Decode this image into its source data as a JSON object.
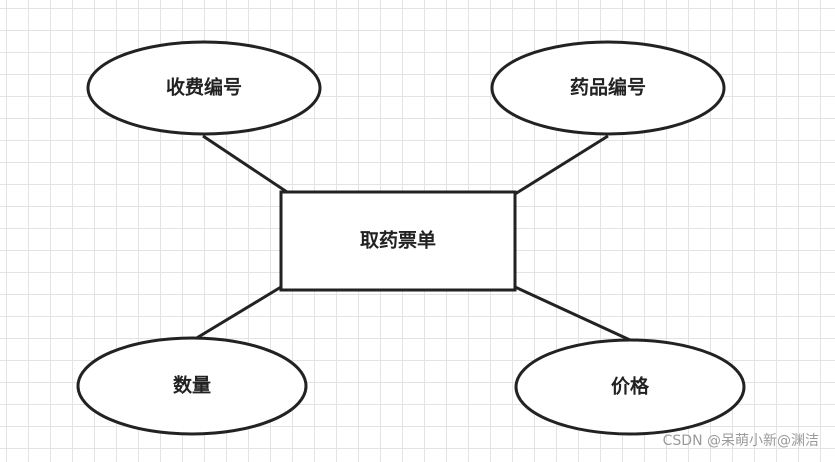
{
  "diagram": {
    "entity": "取药票单",
    "attributes": {
      "top_left": "收费编号",
      "top_right": "药品编号",
      "bottom_left": "数量",
      "bottom_right": "价格"
    },
    "colors": {
      "stroke": "#222222",
      "fill": "#ffffff",
      "grid": "#e3e3e3"
    }
  },
  "watermark": "CSDN @呆萌小新@渊洁"
}
